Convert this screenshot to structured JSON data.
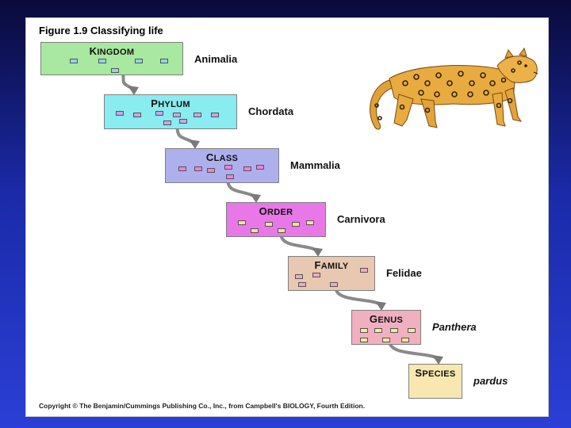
{
  "figure": {
    "title": "Figure 1.9  Classifying life"
  },
  "levels": [
    {
      "rank": "Kingdom",
      "taxon": "Animalia",
      "italic": false,
      "color": "#a8e8a0",
      "member_color": "#8ed8e8"
    },
    {
      "rank": "Phylum",
      "taxon": "Chordata",
      "italic": false,
      "color": "#88ecf0",
      "member_color": "#c4a8e8"
    },
    {
      "rank": "Class",
      "taxon": "Mammalia",
      "italic": false,
      "color": "#aeb0ee",
      "member_color": "#f080d8"
    },
    {
      "rank": "Order",
      "taxon": "Carnivora",
      "italic": false,
      "color": "#e878e8",
      "member_color": "#f4e098"
    },
    {
      "rank": "Family",
      "taxon": "Felidae",
      "italic": false,
      "color": "#e8c8b0",
      "member_color": "#f4a8c0"
    },
    {
      "rank": "Genus",
      "taxon": "Panthera",
      "italic": true,
      "color": "#f0b0c0",
      "member_color": "#f8e8a0"
    },
    {
      "rank": "Species",
      "taxon": "pardus",
      "italic": true,
      "color": "#f8e8b0",
      "member_color": "#f8e8b0"
    }
  ],
  "copyright": "Copyright © The Benjamin/Cummings Publishing Co., Inc., from Campbell's BIOLOGY, Fourth Edition.",
  "icons": {
    "illustration": "leopard-illustration",
    "connector": "curved-arrow-icon"
  }
}
